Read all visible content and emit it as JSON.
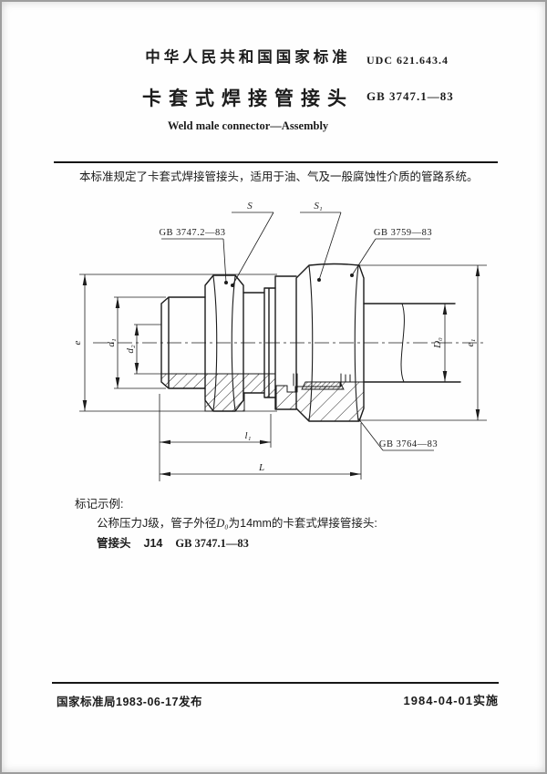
{
  "header": {
    "national_label": "中华人民共和国国家标准",
    "udc": "UDC  621.643.4",
    "title": "卡套式焊接管接头",
    "code": "GB  3747.1—83",
    "subtitle_en": "Weld male connector—Assembly"
  },
  "intro": {
    "text": "本标准规定了卡套式焊接管接头，适用于油、气及一般腐蚀性介质的管路系统。"
  },
  "drawing": {
    "callouts": {
      "part_body": "GB 3747.2—83",
      "wrench_s": "S",
      "wrench_s1": "S₁",
      "part_nut": "GB 3759—83",
      "part_ferrule": "GB 3764—83"
    },
    "dims": {
      "e": "e",
      "d1": "d₁",
      "d2": "d₂",
      "D0": "D₀",
      "e1": "e₁",
      "l1": "l₁",
      "L": "L"
    }
  },
  "example": {
    "heading": "标记示例:",
    "line1_pre": "公称压力J级，管子外径",
    "line1_symbol": "D₀",
    "line1_post": "为14mm的卡套式焊接管接头:",
    "line2_label": "管接头",
    "line2_model": "J14",
    "line2_code": "GB  3747.1—83"
  },
  "footer": {
    "issued": "国家标准局1983-06-17发布",
    "implemented": "1984-04-01实施"
  }
}
